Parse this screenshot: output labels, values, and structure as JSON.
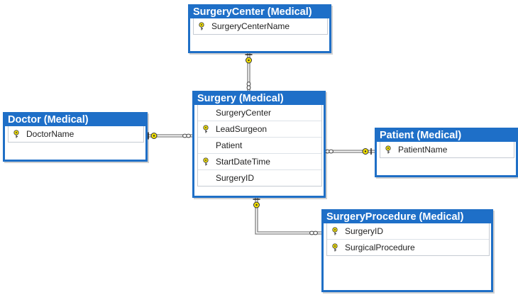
{
  "tables": {
    "surgery_center": {
      "title": "SurgeryCenter (Medical)",
      "columns": [
        {
          "name": "SurgeryCenterName",
          "key": true
        }
      ]
    },
    "surgery": {
      "title": "Surgery (Medical)",
      "columns": [
        {
          "name": "SurgeryCenter",
          "key": false
        },
        {
          "name": "LeadSurgeon",
          "key": true
        },
        {
          "name": "Patient",
          "key": false
        },
        {
          "name": "StartDateTime",
          "key": true
        },
        {
          "name": "SurgeryID",
          "key": false
        }
      ]
    },
    "doctor": {
      "title": "Doctor (Medical)",
      "columns": [
        {
          "name": "DoctorName",
          "key": true
        }
      ]
    },
    "patient": {
      "title": "Patient (Medical)",
      "columns": [
        {
          "name": "PatientName",
          "key": true
        }
      ]
    },
    "surgery_procedure": {
      "title": "SurgeryProcedure (Medical)",
      "columns": [
        {
          "name": "SurgeryID",
          "key": true
        },
        {
          "name": "SurgicalProcedure",
          "key": true
        }
      ]
    }
  },
  "relationships": [
    {
      "from": "surgery",
      "to": "surgery_center",
      "from_end": "many",
      "to_end": "one"
    },
    {
      "from": "surgery",
      "to": "doctor",
      "from_end": "many",
      "to_end": "one"
    },
    {
      "from": "surgery",
      "to": "patient",
      "from_end": "many",
      "to_end": "one"
    },
    {
      "from": "surgery_procedure",
      "to": "surgery",
      "from_end": "many",
      "to_end": "one"
    }
  ],
  "colors": {
    "header": "#1e6fc8",
    "border": "#1f6fc6",
    "key_icon": "#f2e000",
    "connector": "#808080"
  },
  "icons": {
    "key": "key-icon",
    "one_end": "key-icon",
    "many_end": "infinity-icon"
  }
}
